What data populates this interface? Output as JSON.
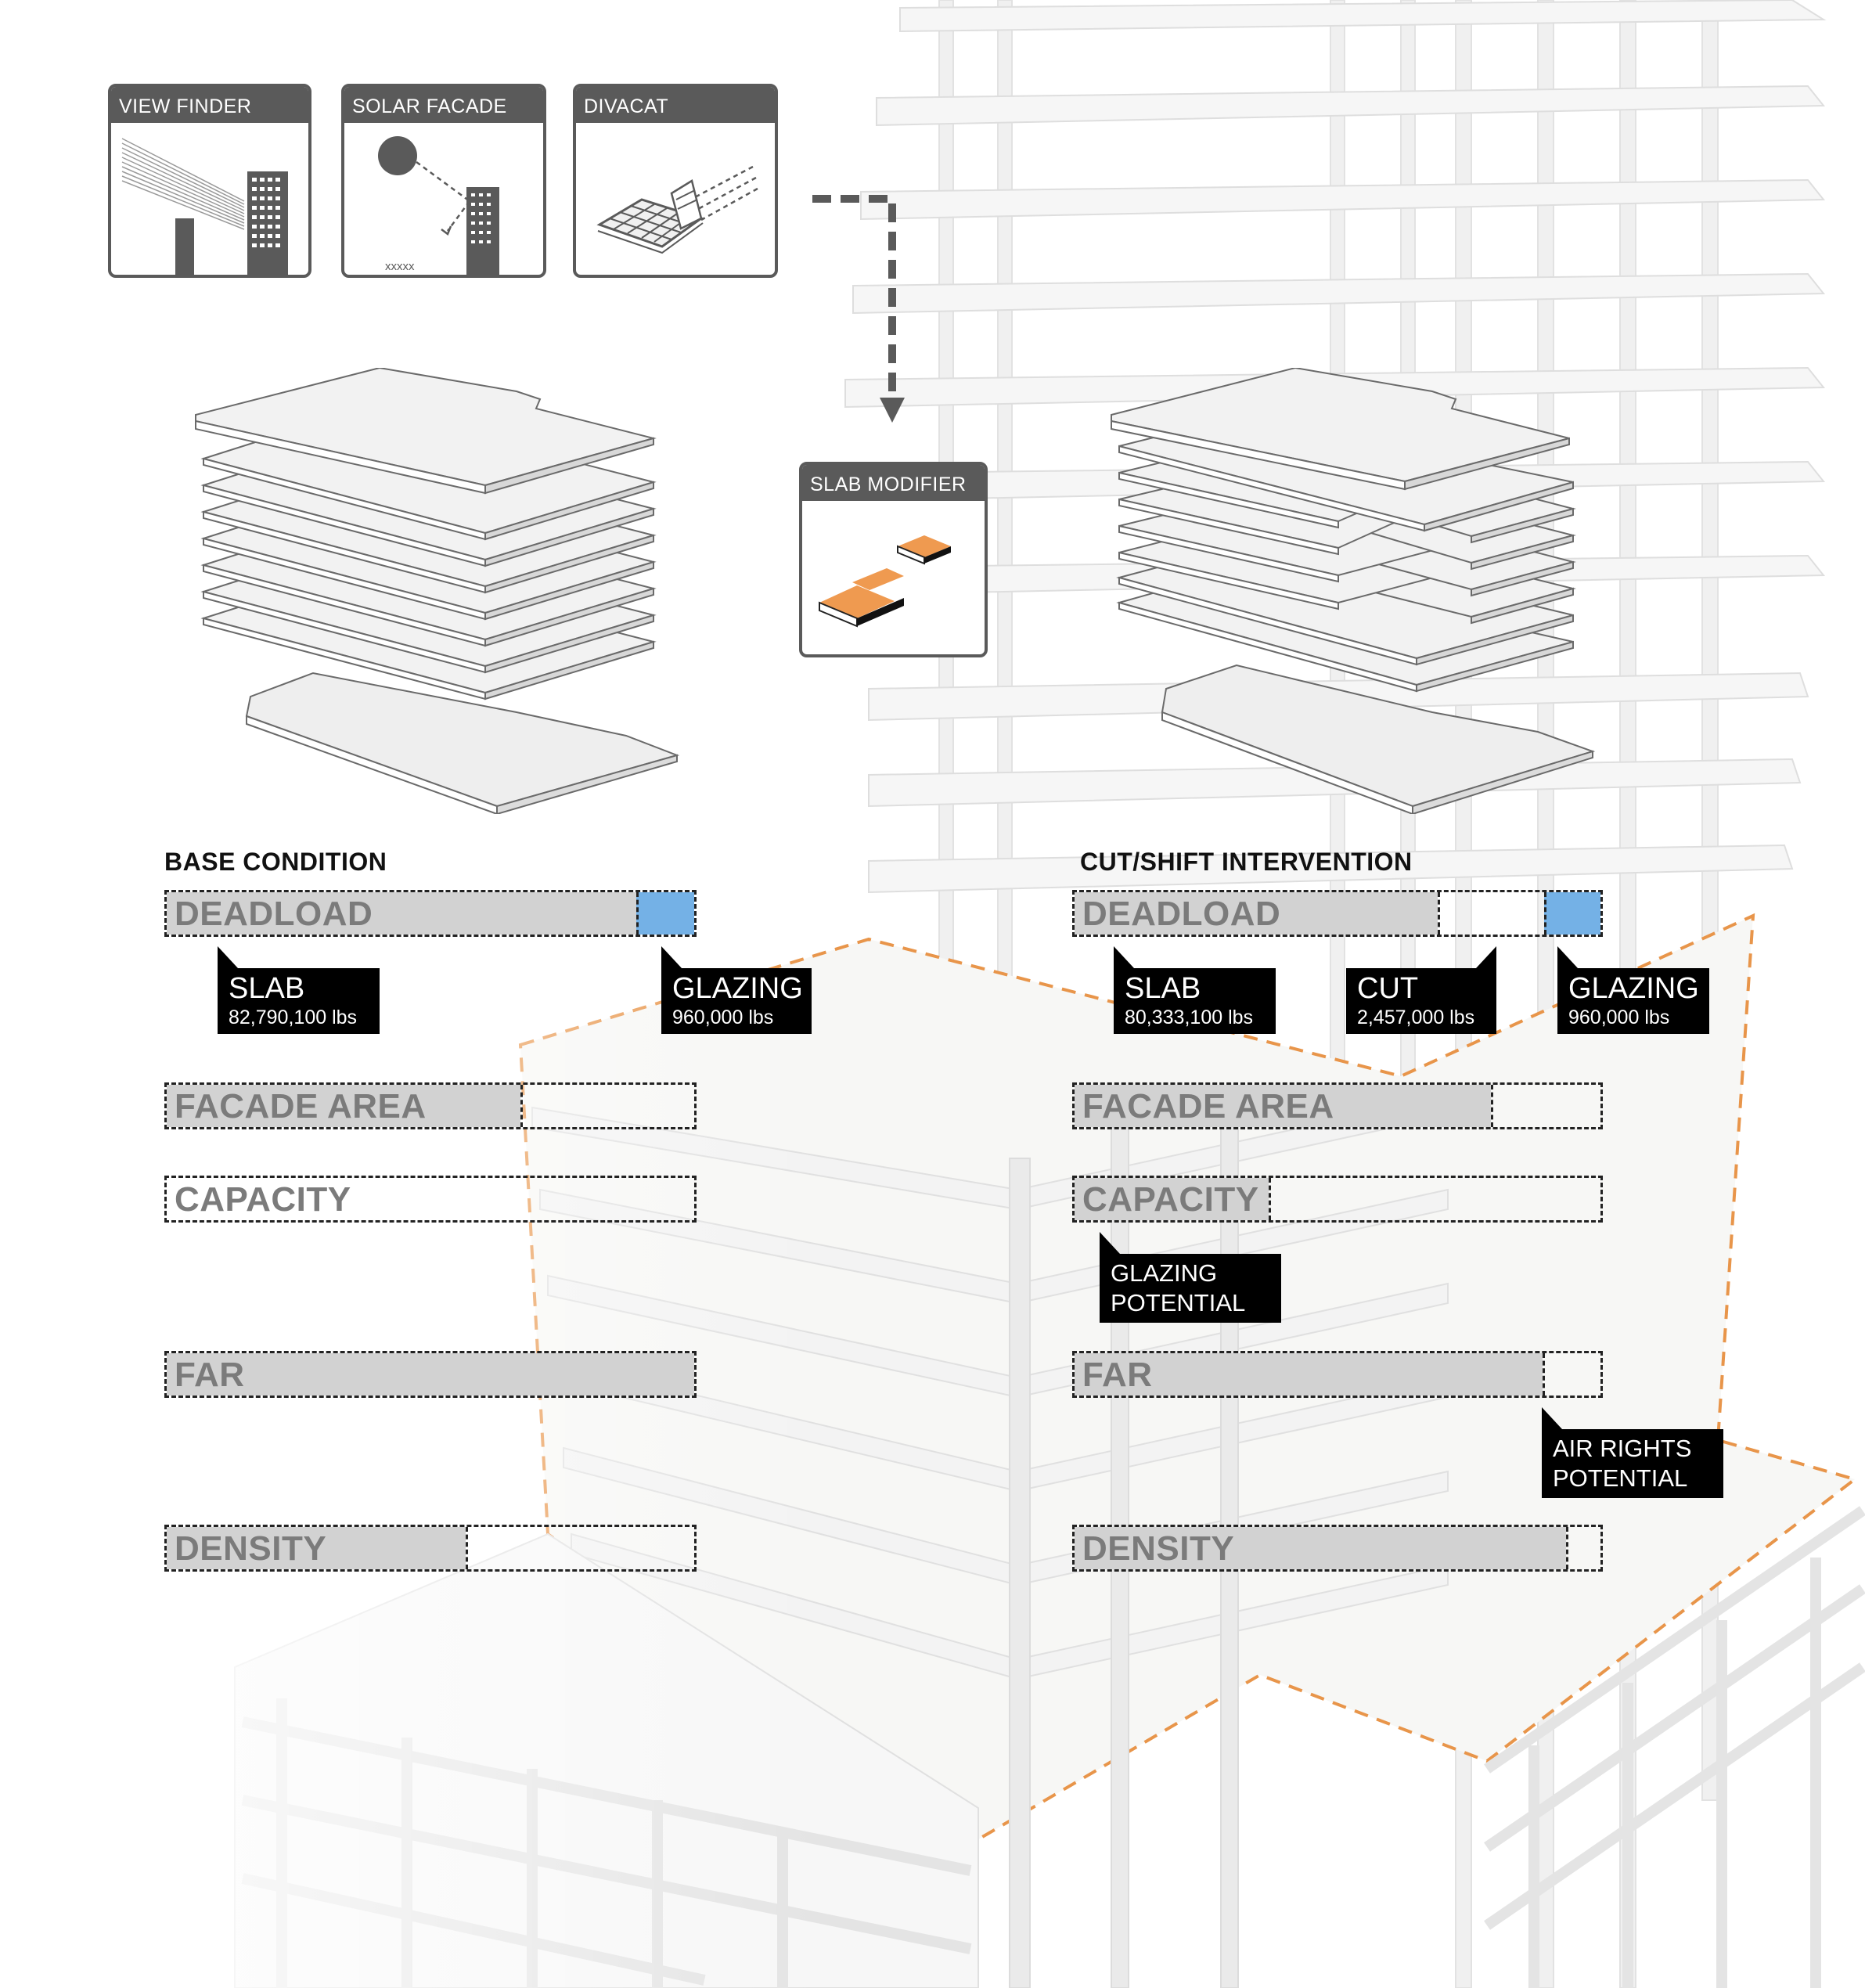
{
  "tools": [
    {
      "id": "view-finder",
      "label": "VIEW FINDER"
    },
    {
      "id": "solar-facade",
      "label": "SOLAR FACADE",
      "caption": "xxxxx"
    },
    {
      "id": "divacat",
      "label": "DIVACAT"
    }
  ],
  "modifier": {
    "label": "SLAB MODIFIER"
  },
  "base": {
    "title": "BASE CONDITION",
    "deadload": "DEADLOAD",
    "facade_area": "FACADE AREA",
    "capacity": "CAPACITY",
    "far": "FAR",
    "density": "DENSITY",
    "slab": {
      "label": "SLAB",
      "value": "82,790,100 lbs"
    },
    "glazing": {
      "label": "GLAZING",
      "value": "960,000 lbs"
    }
  },
  "intervention": {
    "title": "CUT/SHIFT INTERVENTION",
    "deadload": "DEADLOAD",
    "facade_area": "FACADE AREA",
    "capacity": "CAPACITY",
    "far": "FAR",
    "density": "DENSITY",
    "slab": {
      "label": "SLAB",
      "value": "80,333,100 lbs"
    },
    "cut": {
      "label": "CUT",
      "value": "2,457,000 lbs"
    },
    "glazing": {
      "label": "GLAZING",
      "value": "960,000 lbs"
    },
    "glazing_potential": {
      "line1": "GLAZING",
      "line2": "POTENTIAL"
    },
    "air_rights_potential": {
      "line1": "AIR RIGHTS",
      "line2": "POTENTIAL"
    }
  },
  "colors": {
    "glazing": "#74b1e6",
    "accent_orange": "#e8954a",
    "bar_fill": "#d2d2d2",
    "tool_header": "#5a5a5a"
  }
}
